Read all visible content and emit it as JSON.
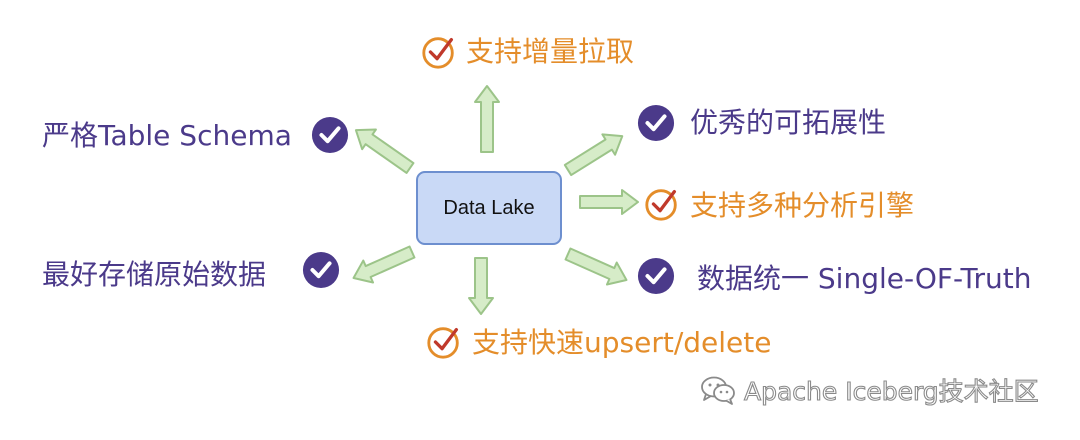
{
  "center": {
    "label": "Data Lake"
  },
  "nodes": {
    "top": {
      "text": "支持增量拉取",
      "status": "partial"
    },
    "top_right": {
      "text": "优秀的可拓展性",
      "status": "done"
    },
    "right": {
      "text": "支持多种分析引擎",
      "status": "partial"
    },
    "bottom_right": {
      "text": "数据统一 Single-OF-Truth",
      "status": "done"
    },
    "bottom": {
      "text": "支持快速upsert/delete",
      "status": "partial"
    },
    "bottom_left": {
      "text": "最好存储原始数据",
      "status": "done"
    },
    "top_left": {
      "text": "严格Table Schema",
      "status": "done"
    }
  },
  "icons": {
    "done": "check-circle-filled-icon",
    "partial": "check-circle-outline-icon"
  },
  "watermark": {
    "text": "Apache Iceberg技术社区",
    "icon": "wechat-icon"
  },
  "colors": {
    "purple": "#4b3a8a",
    "orange": "#e48d2a",
    "arrow_fill": "#d6ecc8",
    "arrow_stroke": "#9cc489",
    "center_fill": "#c9d9f6",
    "center_stroke": "#6d8fcf"
  }
}
